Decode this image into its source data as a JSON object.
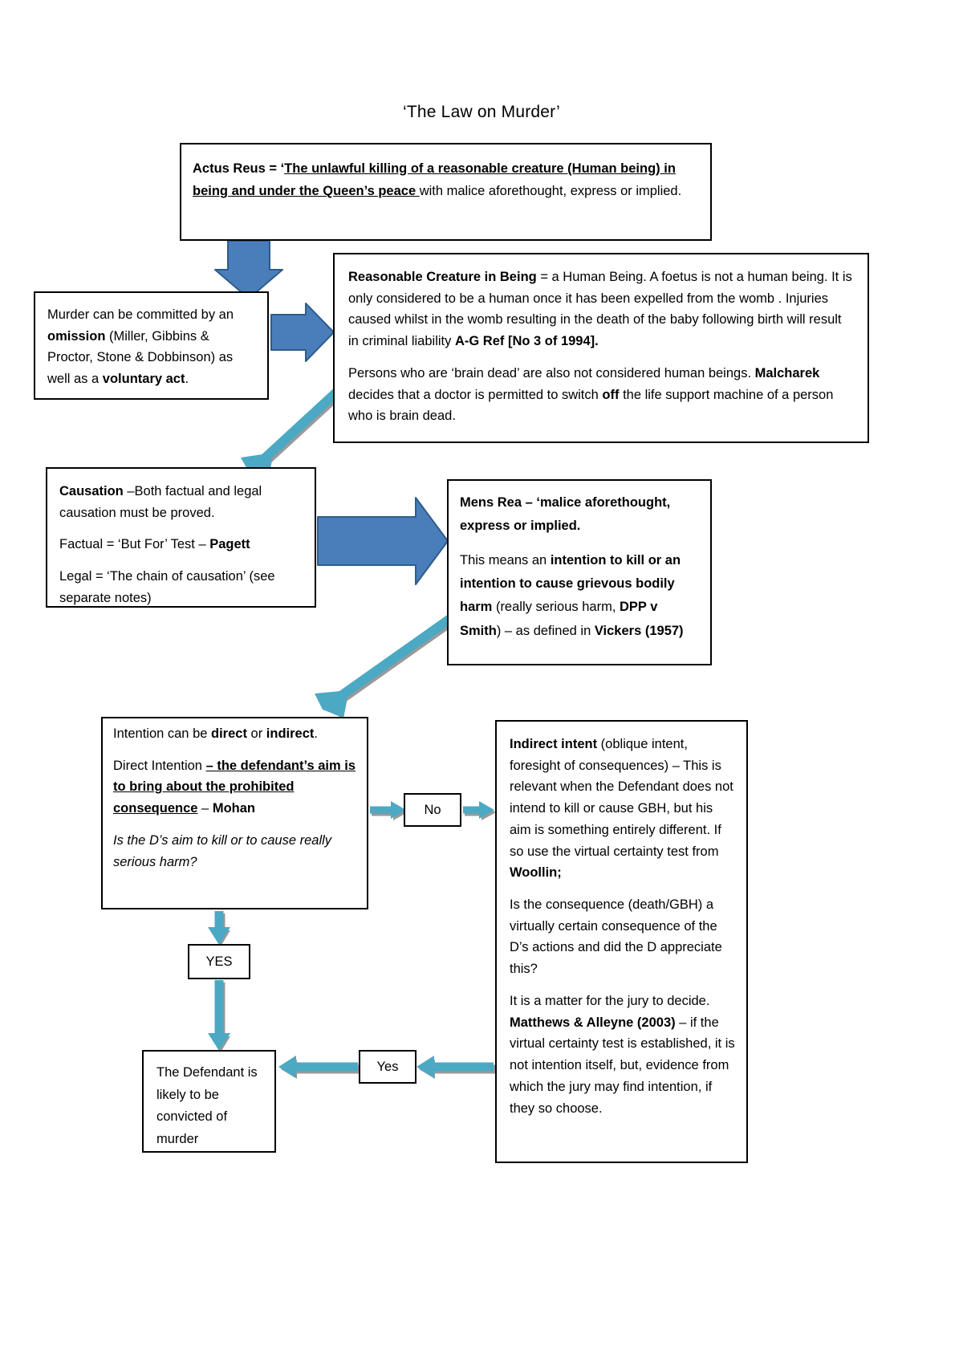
{
  "document": {
    "title": "‘The Law on Murder’"
  },
  "boxes": {
    "actus_reus": {
      "label_bold": "Actus Reus = ‘",
      "underlined": "The unlawful killing of a reasonable creature (Human being) in being and under the Queen’s peace ",
      "tail": "with malice aforethought, express or implied."
    },
    "omission": {
      "line1": "Murder can be committed by an ",
      "bold1": "omission",
      "line2": " (Miller, Gibbins & Proctor, Stone & Dobbinson) as well as a ",
      "bold2": "voluntary act",
      "line3": "."
    },
    "reasonable_creature": {
      "p1_bold": "Reasonable Creature in Being",
      "p1_text": " = a Human Being. A foetus is not a human being. It is only considered to be a human once it has been expelled from the womb . Injuries caused whilst in the womb resulting in the death of the baby following birth will result in criminal liability ",
      "p1_cite": "A-G Ref [No 3 of 1994].",
      "p2_text": "Persons who are ‘brain dead’ are also not considered human beings. ",
      "p2_cite": "Malcharek",
      "p2_text2": " decides that a doctor is permitted to switch ",
      "p2_bold2": "off",
      "p2_text3": " the life support machine of a person who is brain dead."
    },
    "causation": {
      "p1_bold": "Causation",
      "p1_text": " –Both factual and legal causation must be proved.",
      "p2_text": "Factual = ‘But For’ Test – ",
      "p2_cite": "Pagett",
      "p3_text": "Legal = ‘The chain of causation’ (see separate notes)"
    },
    "mens_rea": {
      "p1_bold": "Mens Rea – ‘malice aforethought, express or implied.",
      "p2_text1": "This means an ",
      "p2_bold1": "intention to kill or an intention to cause grievous bodily harm",
      "p2_text2": " (really serious harm, ",
      "p2_bold2": "DPP v Smith",
      "p2_text3": ") – as defined in ",
      "p2_bold3": "Vickers (1957)"
    },
    "intention": {
      "p1_text1": "Intention can be ",
      "p1_bold1": "direct",
      "p1_text2": " or ",
      "p1_bold2": "indirect",
      "p1_text3": ".",
      "p2_text1": "Direct Intention ",
      "p2_underlined": "– the defendant’s aim is to bring about the prohibited consequence",
      "p2_text2": " – ",
      "p2_bold": "Mohan",
      "p3_italic": "Is the D’s aim to kill or to cause really serious harm?"
    },
    "indirect_intent": {
      "p1_bold": "Indirect intent",
      "p1_text": " (oblique intent, foresight of consequences) – This is relevant when the Defendant does not intend to kill or cause GBH, but his aim is something entirely different. If so use the virtual certainty test from ",
      "p1_cite": "Woollin;",
      "p2_text": "Is the consequence  (death/GBH) a virtually certain consequence of the D’s actions and did the D appreciate this?",
      "p3_text1": "It is a matter for the jury to decide. ",
      "p3_cite": "Matthews & Alleyne (2003)",
      "p3_text2": " – if the virtual certainty test is established, it is not intention itself, but, evidence from which the jury may find intention, if they so choose."
    },
    "decision_no": {
      "label": "No"
    },
    "decision_yes_upper": {
      "label": "YES"
    },
    "decision_yes_lower": {
      "label": "Yes"
    },
    "conclusion": {
      "text": "The Defendant is likely to be convicted of murder"
    }
  },
  "colors": {
    "arrow_blue_fill": "#4a7ebb",
    "arrow_blue_stroke": "#2e5c8a",
    "arrow_teal": "#4ba9c4",
    "arrow_shadow": "#9a9a9a",
    "box_border": "#000000",
    "page_background": "#ffffff",
    "text": "#000000"
  }
}
